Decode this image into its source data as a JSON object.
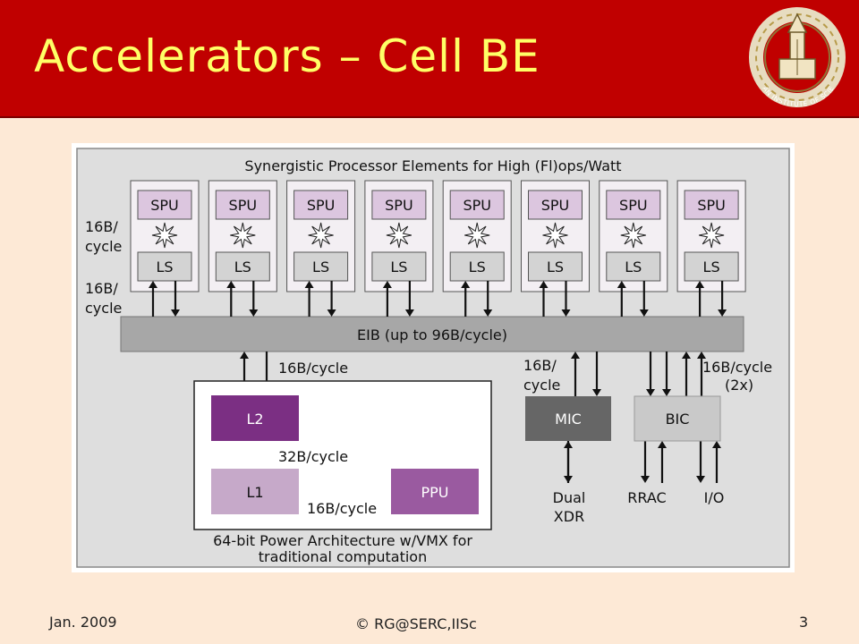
{
  "slide": {
    "title": "Accelerators – Cell BE",
    "footer_left": "Jan. 2009",
    "footer_center": "© RG@SERC,IISc",
    "footer_right": "3"
  },
  "logo": {
    "text": "INDIAN INSTITUTE OF SCIENCE"
  },
  "diagram": {
    "heading": "Synergistic Processor Elements for High (Fl)ops/Watt",
    "spu_label": "SPU",
    "ls_label": "LS",
    "spe_count": 8,
    "left_label_top_1": "16B/",
    "left_label_top_2": "cycle",
    "left_label_bottom_1": "16B/",
    "left_label_bottom_2": "cycle",
    "eib_label": "EIB (up to 96B/cycle)",
    "eib_l2_label": "16B/cycle",
    "l2_label": "L2",
    "l1_label": "L1",
    "ppu_label": "PPU",
    "l2_l1_label": "32B/cycle",
    "l1_ppu_label": "16B/cycle",
    "ppe_caption_1": "64-bit Power Architecture w/VMX for",
    "ppe_caption_2": "traditional computation",
    "mic_bw_1": "16B/",
    "mic_bw_2": "cycle",
    "mic_label": "MIC",
    "bic_label": "BIC",
    "bic_bw_1": "16B/cycle",
    "bic_bw_2": "(2x)",
    "dual_xdr_1": "Dual",
    "dual_xdr_2": "XDR",
    "rrac_label": "RRAC",
    "io_label": "I/O",
    "colors": {
      "spu_fill": "#dcc6df",
      "ls_fill": "#d3d3d3",
      "eib_fill": "#a7a7a7",
      "l2_fill": "#7b2f83",
      "l1_fill": "#c6a9c9",
      "ppu_fill": "#9a5aa0",
      "mic_fill": "#666666",
      "bic_fill": "#c9c9c9",
      "panel_fill": "#dedede"
    }
  }
}
